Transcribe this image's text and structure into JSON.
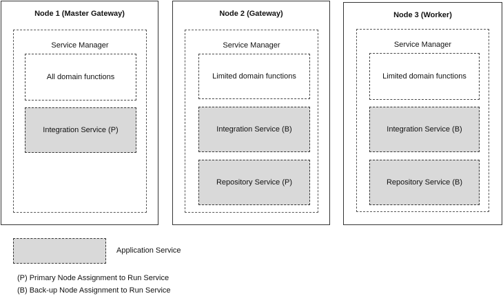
{
  "nodes": [
    {
      "title": "Node 1 (Master Gateway)",
      "service_manager": "Service Manager",
      "domain_functions": "All domain functions",
      "services": [
        "Integration Service (P)"
      ]
    },
    {
      "title": "Node 2 (Gateway)",
      "service_manager": "Service Manager",
      "domain_functions": "Limited domain functions",
      "services": [
        "Integration Service (B)",
        "Repository Service (P)"
      ]
    },
    {
      "title": "Node 3 (Worker)",
      "service_manager": "Service Manager",
      "domain_functions": "Limited domain functions",
      "services": [
        "Integration Service (B)",
        "Repository Service (B)"
      ]
    }
  ],
  "legend": {
    "application_service": "Application Service",
    "primary": "(P) Primary Node Assignment to Run Service",
    "backup": "(B) Back-up Node Assignment to Run Service"
  },
  "colors": {
    "service_fill": "#d9d9d9",
    "border": "#333333"
  }
}
